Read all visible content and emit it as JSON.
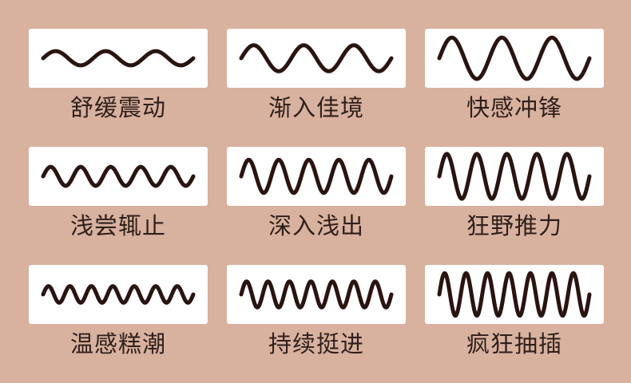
{
  "modes": [
    {
      "label": "舒缓震动",
      "wave": {
        "cycles": 3,
        "amplitude": 0.12
      }
    },
    {
      "label": "渐入佳境",
      "wave": {
        "cycles": 3,
        "amplitude": 0.22
      }
    },
    {
      "label": "快感冲锋",
      "wave": {
        "cycles": 3,
        "amplitude": 0.35
      }
    },
    {
      "label": "浅尝辄止",
      "wave": {
        "cycles": 5,
        "amplitude": 0.16
      }
    },
    {
      "label": "深入浅出",
      "wave": {
        "cycles": 5,
        "amplitude": 0.28
      }
    },
    {
      "label": "狂野推力",
      "wave": {
        "cycles": 5,
        "amplitude": 0.38
      }
    },
    {
      "label": "温感糕潮",
      "wave": {
        "cycles": 7,
        "amplitude": 0.14
      }
    },
    {
      "label": "持续挺进",
      "wave": {
        "cycles": 7,
        "amplitude": 0.22
      }
    },
    {
      "label": "疯狂抽插",
      "wave": {
        "cycles": 7,
        "amplitude": 0.36
      }
    }
  ]
}
